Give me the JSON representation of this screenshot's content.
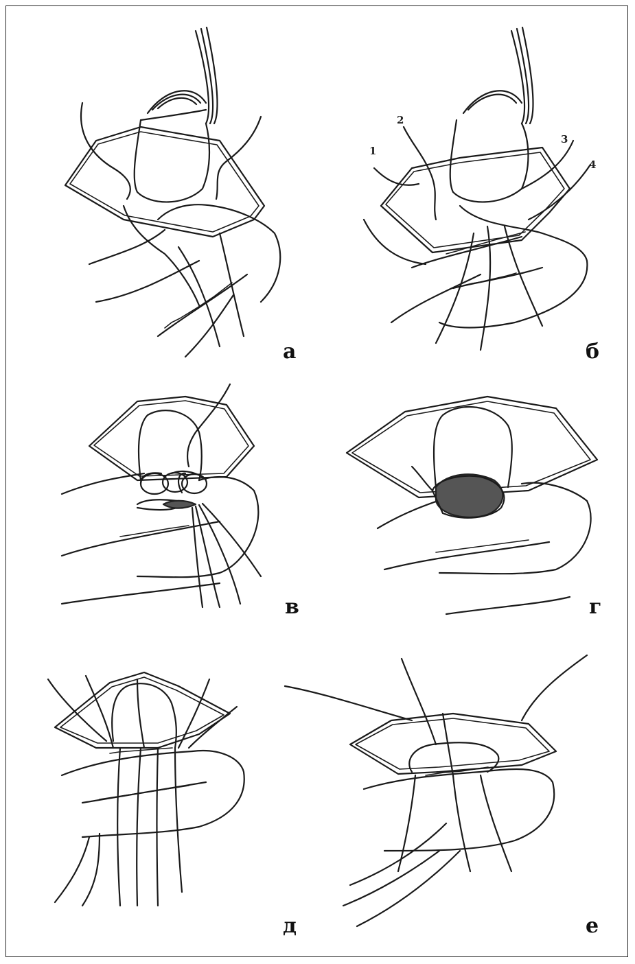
{
  "figure": {
    "panels": [
      {
        "id": "a",
        "label": "а"
      },
      {
        "id": "b",
        "label": "б",
        "callouts": [
          "1",
          "2",
          "3",
          "4"
        ]
      },
      {
        "id": "v",
        "label": "в"
      },
      {
        "id": "g",
        "label": "г"
      },
      {
        "id": "d",
        "label": "д"
      },
      {
        "id": "e",
        "label": "е"
      }
    ]
  }
}
